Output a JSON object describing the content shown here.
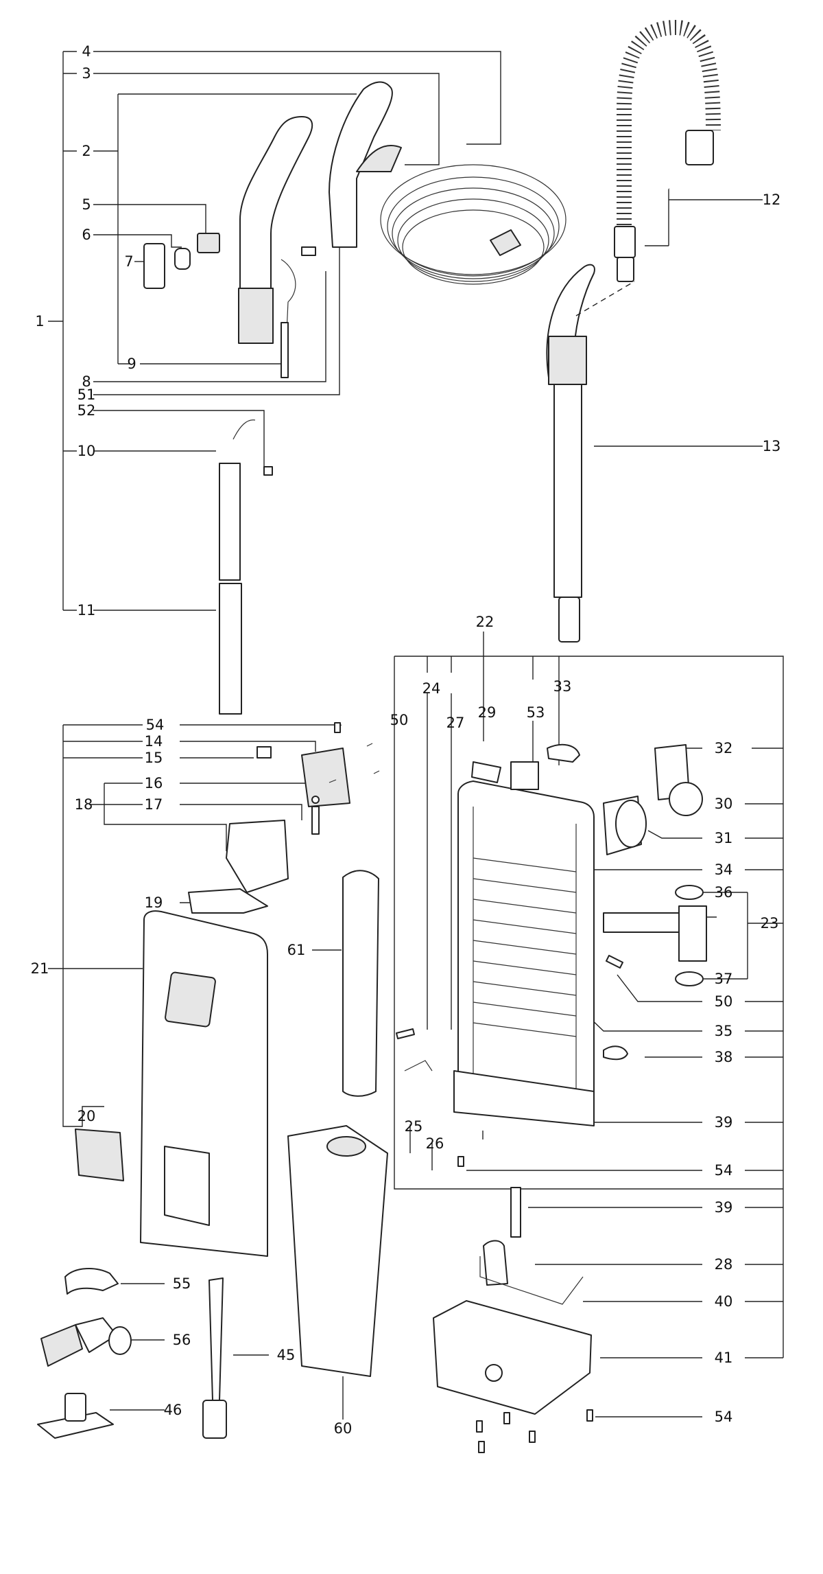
{
  "diagram": {
    "part_numbers": [
      "1",
      "2",
      "3",
      "4",
      "5",
      "6",
      "7",
      "8",
      "9",
      "10",
      "11",
      "12",
      "13",
      "14",
      "15",
      "16",
      "17",
      "18",
      "19",
      "20",
      "21",
      "22",
      "23",
      "24",
      "25",
      "26",
      "27",
      "28",
      "29",
      "30",
      "31",
      "32",
      "33",
      "34",
      "35",
      "36",
      "37",
      "38",
      "39",
      "40",
      "41",
      "45",
      "46",
      "50",
      "51",
      "52",
      "53",
      "54",
      "55",
      "56",
      "60",
      "61"
    ]
  }
}
